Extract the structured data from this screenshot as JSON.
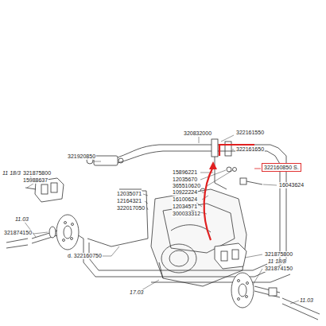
{
  "diagram": {
    "nodes": [
      {
        "text": [
          "322160850 S."
        ]
      }
    ],
    "labels": [
      "320832000",
      "322161550",
      "322161650",
      "321920850",
      "11 18/3",
      "321875800",
      "15988637",
      "15896221",
      "12035670",
      "365510620",
      "10922224",
      "16100624",
      "12034571",
      "300033312",
      "16043624",
      "12035071",
      "12164321",
      "322017050",
      "11.03",
      "321874150",
      "d. 322160750",
      "321875800",
      "11 18/8",
      "321874150",
      "11.03",
      "17.03"
    ]
  }
}
